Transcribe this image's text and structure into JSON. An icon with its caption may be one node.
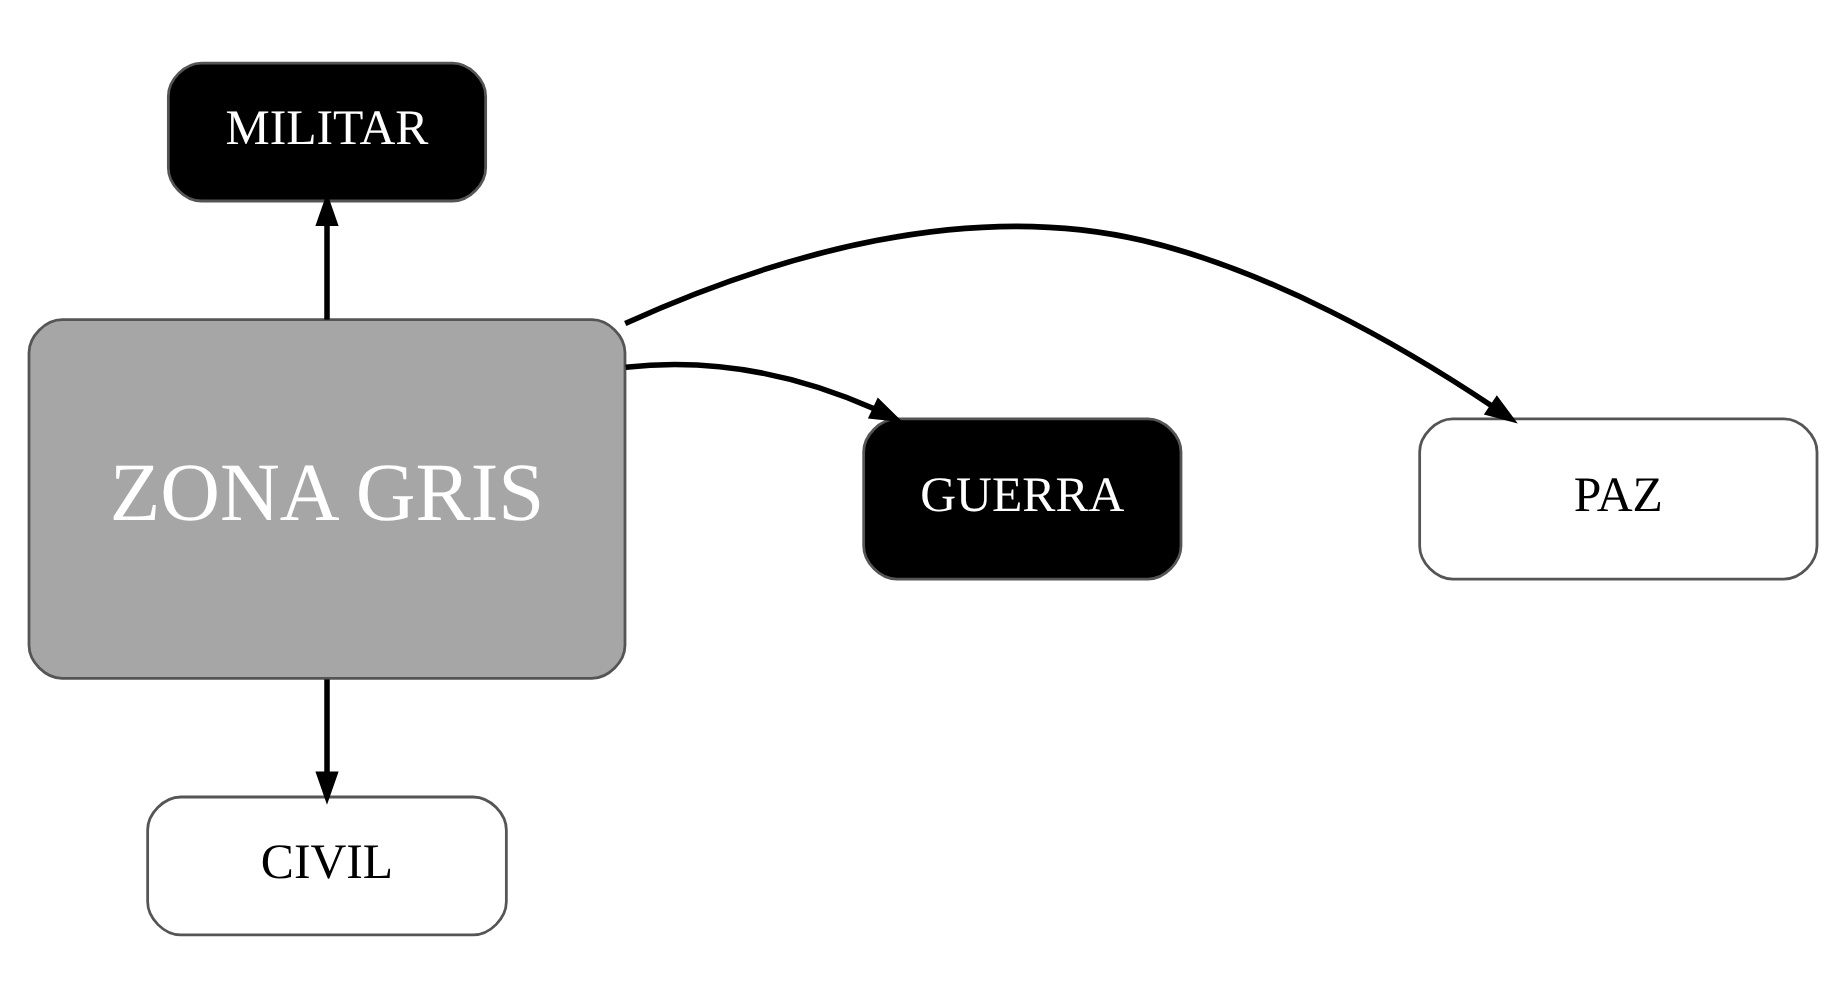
{
  "diagram": {
    "nodes": [
      {
        "text": [
          "MILITAR"
        ]
      },
      {
        "text": [
          "PAZ"
        ]
      },
      {
        "text": [
          "ZONA GRIS"
        ]
      },
      {
        "text": [
          "GUERRA"
        ]
      },
      {
        "text": [
          "CIVIL"
        ]
      }
    ],
    "edges": [
      {
        "from": 2,
        "to": 0,
        "arrow": "to"
      },
      {
        "from": 2,
        "to": 1,
        "arrow": "to"
      },
      {
        "from": 2,
        "to": 3,
        "arrow": "to"
      },
      {
        "from": 2,
        "to": 4,
        "arrow": "to"
      }
    ]
  }
}
